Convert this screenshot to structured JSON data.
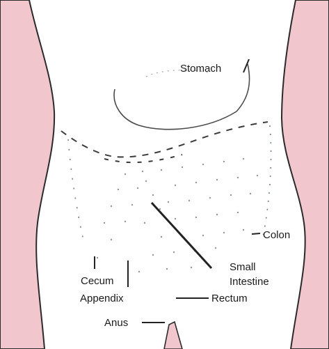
{
  "labels": {
    "stomach": "Stomach",
    "colon": "Colon",
    "cecum": "Cecum",
    "appendix": "Appendix",
    "small_intestine_line1": "Small",
    "small_intestine_line2": "Intestine",
    "rectum": "Rectum",
    "anus": "Anus"
  },
  "colors": {
    "skin": "#f2c6cd",
    "outline": "#2a2a2a",
    "dots": "#6f7f8a",
    "background": "#ffffff"
  }
}
